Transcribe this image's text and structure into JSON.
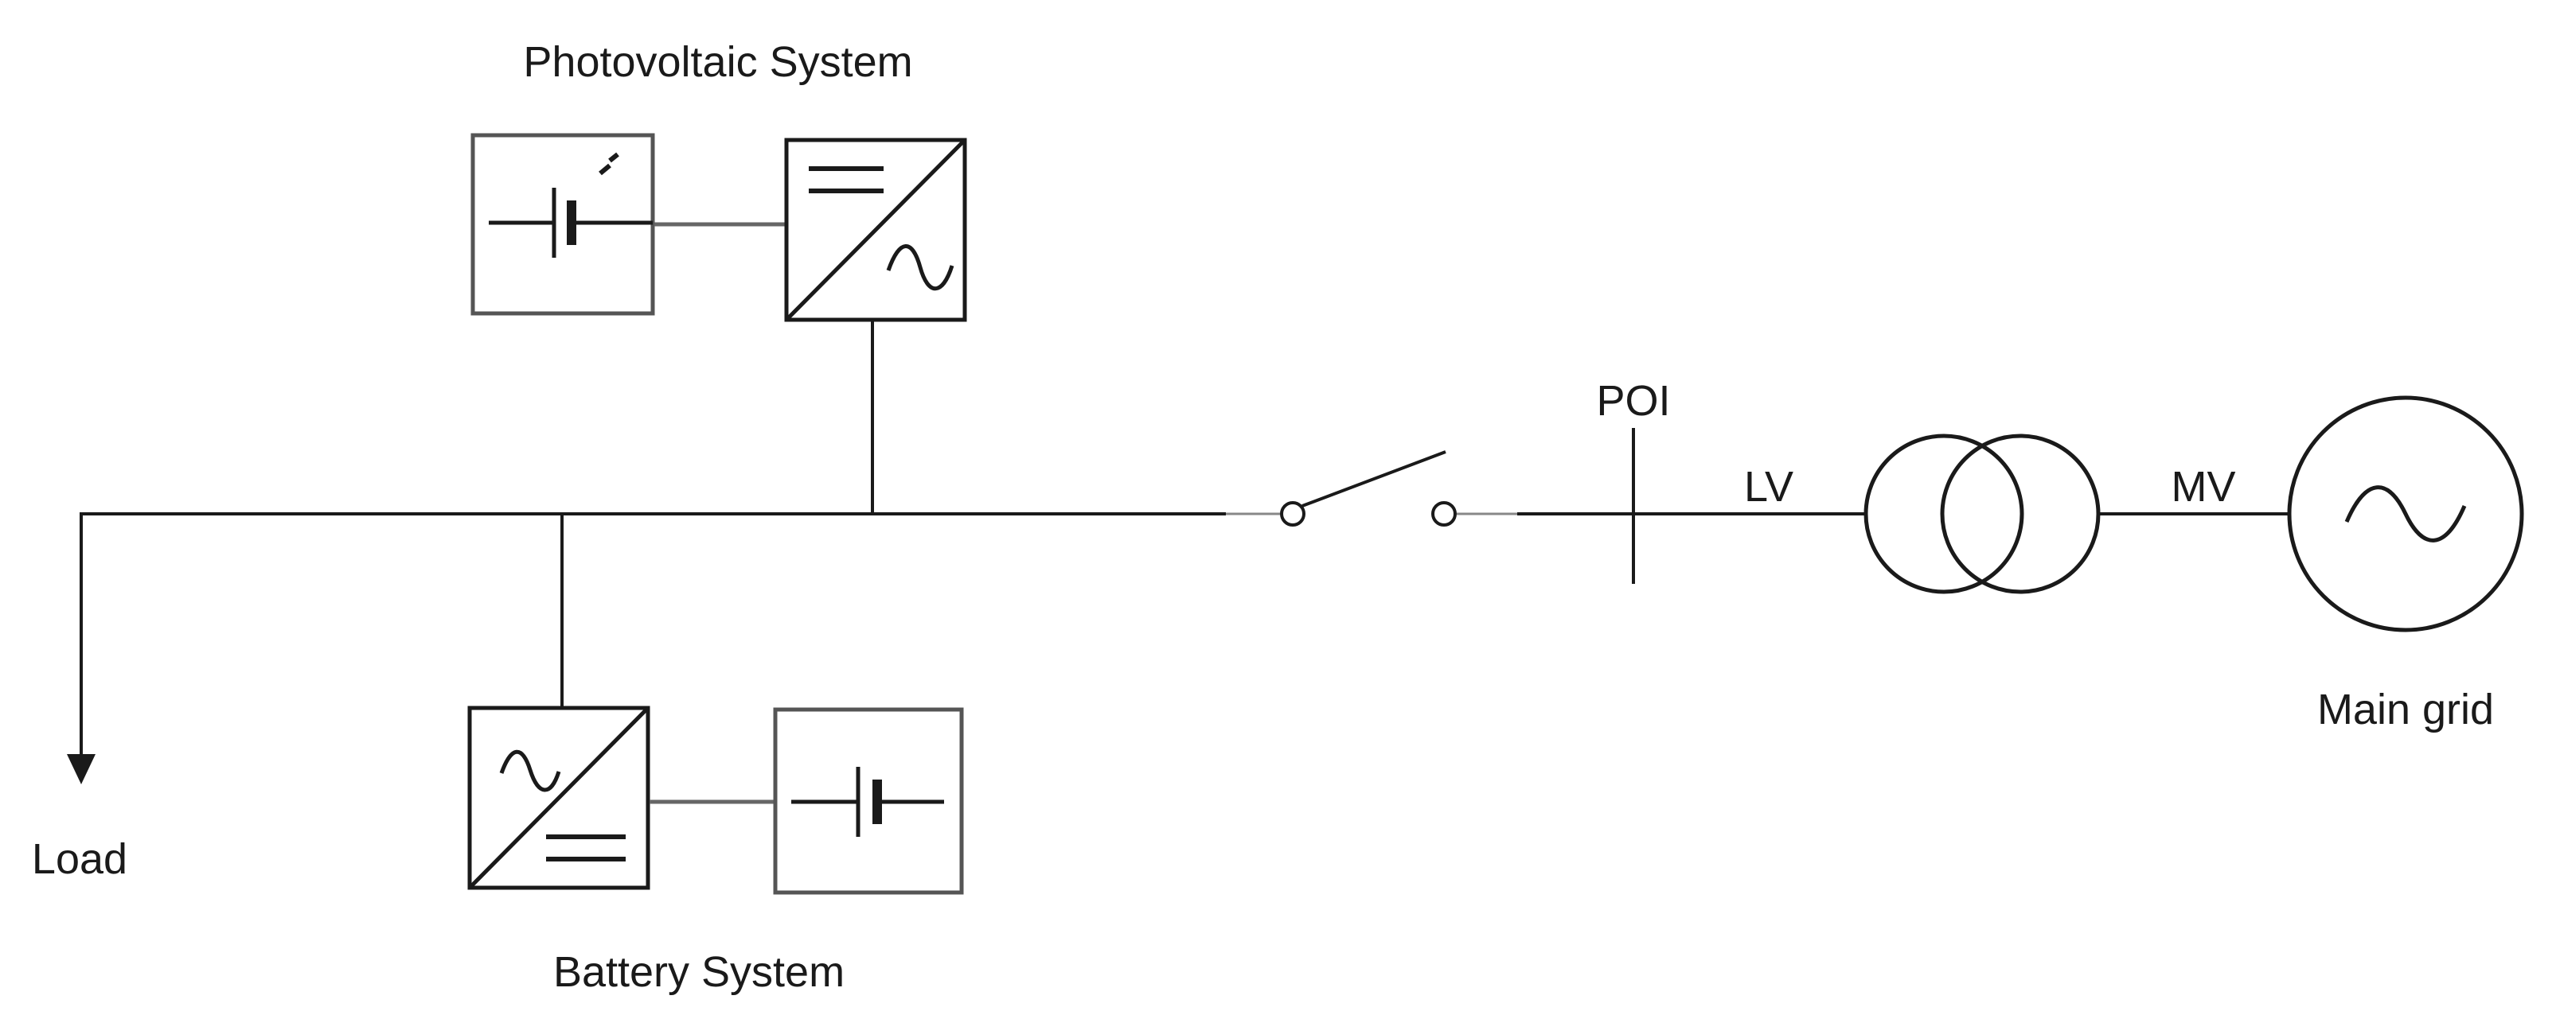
{
  "labels": {
    "pv_system": "Photovoltaic System",
    "battery_system": "Battery System",
    "load": "Load",
    "poi": "POI",
    "lv": "LV",
    "mv": "MV",
    "main_grid": "Main grid"
  },
  "components": {
    "pv_panel_icon": "dc-source-light-icon",
    "pv_inverter_icon": "dc-ac-converter-icon",
    "battery_converter_icon": "ac-dc-converter-icon",
    "battery_icon": "battery-icon",
    "switch_icon": "open-switch-icon",
    "transformer_icon": "transformer-icon",
    "grid_icon": "ac-source-icon"
  },
  "colors": {
    "line": "#1a1a1a",
    "box_border": "#555555",
    "connector": "#666666"
  }
}
